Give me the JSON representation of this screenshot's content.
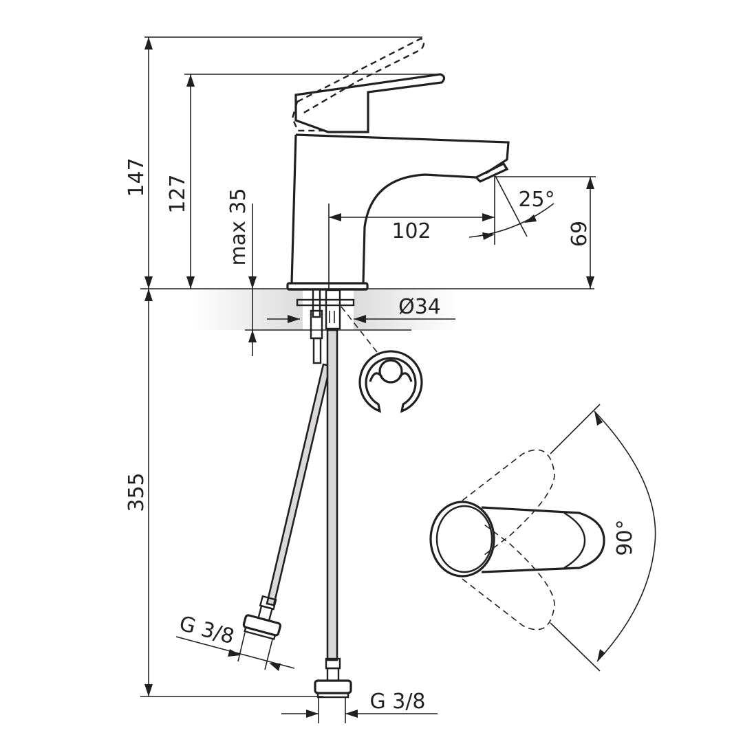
{
  "drawing": {
    "subject": "Single-lever basin mixer faucet – technical dimension drawing",
    "colors": {
      "line": "#231f20",
      "hose_fill": "#d9d9d9",
      "countertop_shade": "#e3e3e3",
      "background": "#ffffff"
    },
    "dimensions": {
      "total_height_lever_open": "147",
      "height_lever_closed": "127",
      "max_countertop_thickness": "max 35",
      "hose_length": "355",
      "spout_reach": "102",
      "spout_height": "69",
      "spout_angle": "25°",
      "mounting_hole_diameter": "Ø34",
      "hose_connection_left": "G 3/8",
      "hose_connection_right": "G 3/8",
      "lever_rotation": "90°"
    },
    "views": [
      "side-elevation",
      "fixing-clip-detail",
      "lever-top-view"
    ]
  }
}
